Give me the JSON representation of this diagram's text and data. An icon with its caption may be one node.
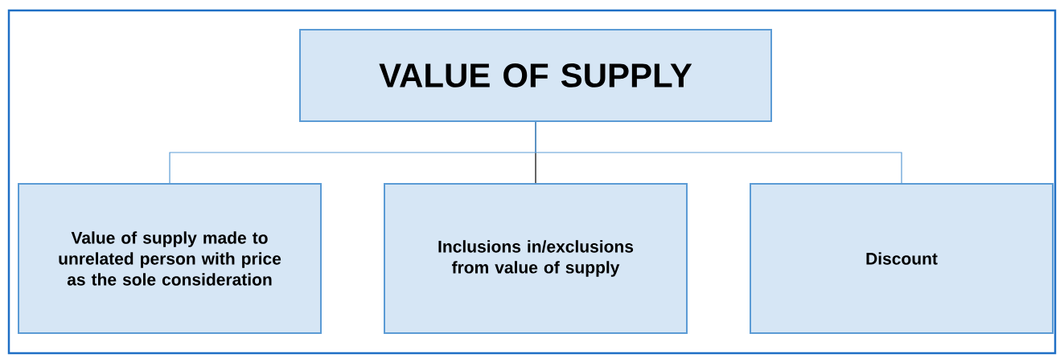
{
  "diagram": {
    "nodes": [
      {
        "text": [
          "VALUE OF SUPPLY"
        ]
      },
      {
        "text": [
          "Value of supply made to unrelated person with price as the sole consideration"
        ]
      },
      {
        "text": [
          "Inclusions in/exclusions from value of supply"
        ]
      },
      {
        "text": [
          "Discount"
        ]
      }
    ],
    "edges": [
      {
        "from": 0,
        "to": 1,
        "arrow": "none"
      },
      {
        "from": 0,
        "to": 2,
        "arrow": "none",
        "color": "#000000"
      },
      {
        "from": 0,
        "to": 3,
        "arrow": "none"
      }
    ]
  }
}
